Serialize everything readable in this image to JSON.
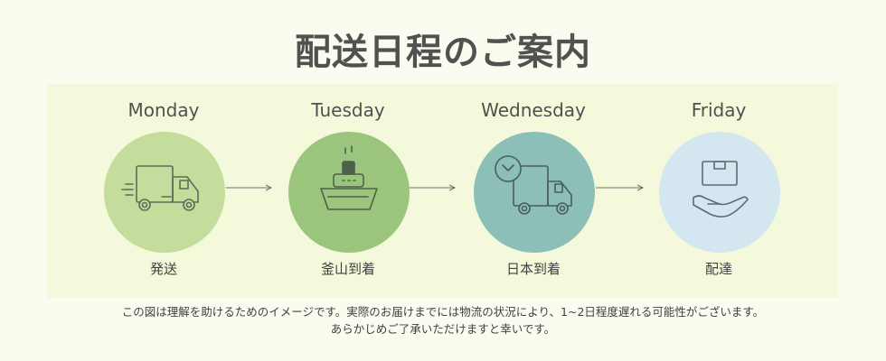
{
  "title": "配送日程のご案内",
  "steps": [
    {
      "day": "Monday",
      "stage": "発送",
      "icon": "truck-icon",
      "color": "#c4dc9c"
    },
    {
      "day": "Tuesday",
      "stage": "釜山到着",
      "icon": "ship-icon",
      "color": "#9bc57c"
    },
    {
      "day": "Wednesday",
      "stage": "日本到着",
      "icon": "clock-truck-icon",
      "color": "#8bbfb8"
    },
    {
      "day": "Friday",
      "stage": "配達",
      "icon": "package-hand-icon",
      "color": "#d4e6f0"
    }
  ],
  "note": {
    "line1": "この図は理解を助けるためのイメージです。実際のお届けまでには物流の状況により、1~2日程度遅れる可能性がございます。",
    "line2": "あらかじめご了承いただけますと幸いです。"
  }
}
